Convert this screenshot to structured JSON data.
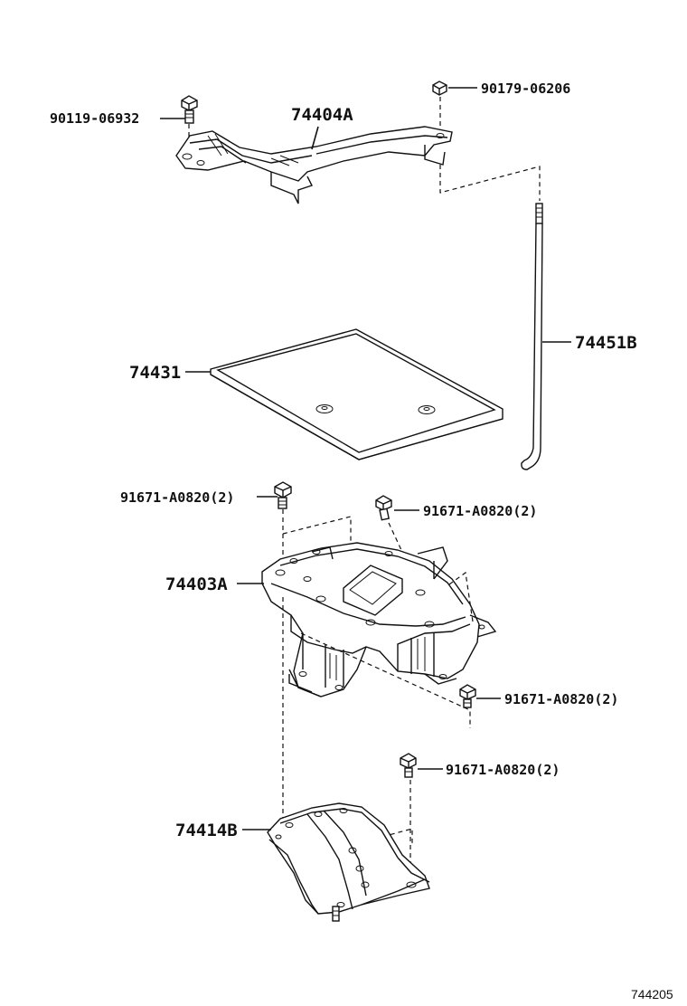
{
  "parts": {
    "bolt_top_left": "90119-06932",
    "clamp": "74404A",
    "nut_top": "90179-06206",
    "rod": "74451B",
    "tray": "74431",
    "bolt_carrier_left": "91671-A0820(2)",
    "bolt_carrier_right": "91671-A0820(2)",
    "carrier": "74403A",
    "bolt_carrier_bottom": "91671-A0820(2)",
    "bolt_bracket": "91671-A0820(2)",
    "bracket": "74414B"
  },
  "diagram_ref": "744205"
}
